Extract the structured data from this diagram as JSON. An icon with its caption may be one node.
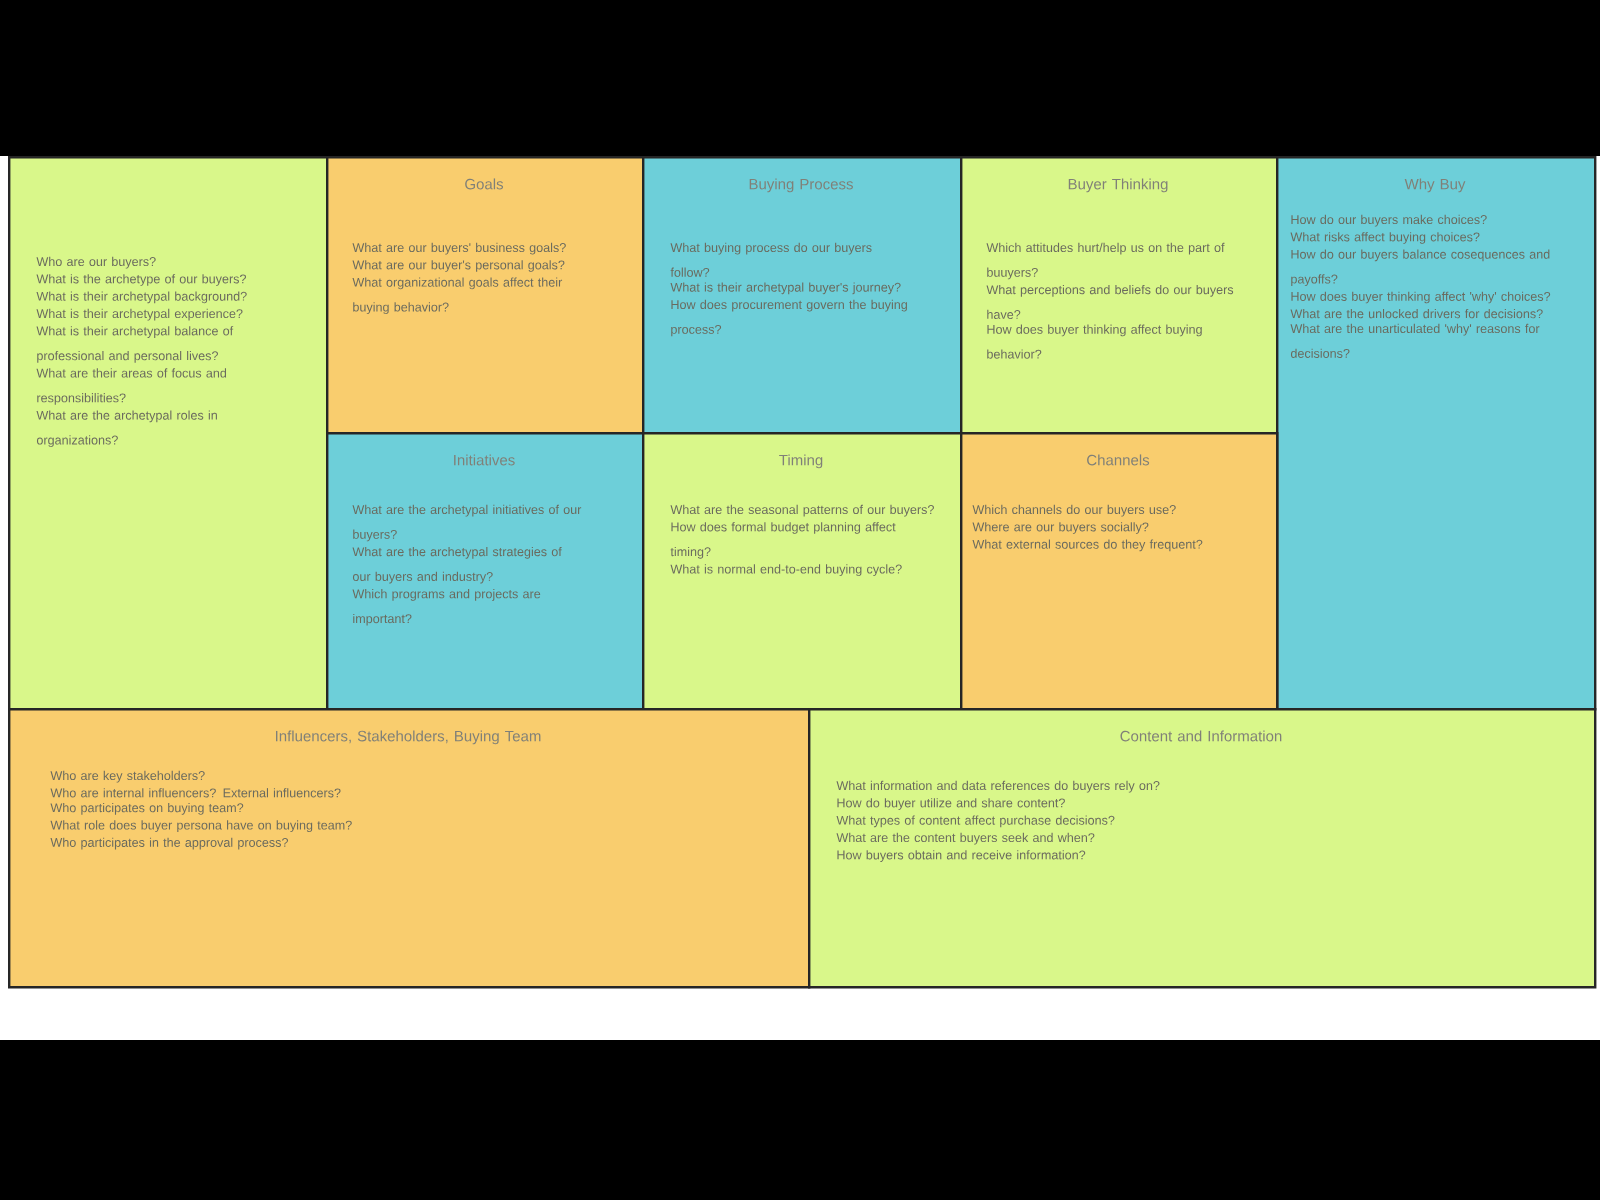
{
  "diagram": {
    "nodes": [
      {
        "text": [
          "Who are our buyers?",
          "What is the archetype of our buyers?",
          "What is their archetypal background?",
          "What is their archetypal experience?",
          "What is their archetypal balance of professional and personal lives?",
          "What are their areas of focus and responsibilities?",
          "What are the archetypal roles in organizations?"
        ]
      },
      {
        "text": [
          "Goals",
          "What are our buyers' business goals?",
          "What are our buyer's personal goals?",
          "What organizational goals affect their buying behavior?"
        ]
      },
      {
        "text": [
          "Buying Process",
          "What buying process do our buyers follow?",
          "What is their archetypal buyer's journey?",
          "How does procurement govern the buying process?"
        ]
      },
      {
        "text": [
          "Buyer Thinking",
          "Which attitudes hurt/help us on the part of buuyers?",
          "What perceptions and beliefs do our buyers have?",
          "How does buyer thinking affect buying behavior?"
        ]
      },
      {
        "text": [
          "Why Buy",
          "How do our buyers make choices?",
          "What risks affect buying choices?",
          "How do our buyers balance cosequences and payoffs?",
          "How does buyer thinking affect 'why' choices?",
          "What are the unlocked drivers for decisions?",
          "What are the unarticulated 'why' reasons for decisions?"
        ]
      },
      {
        "text": [
          "Initiatives",
          "What are the archetypal initiatives of our buyers?",
          "What are the archetypal strategies of our buyers and industry?",
          "Which programs and projects are important?"
        ]
      },
      {
        "text": [
          "Timing",
          "What are the seasonal patterns of our buyers?",
          "How does formal budget planning affect timing?",
          "What is normal end-to-end buying cycle?"
        ]
      },
      {
        "text": [
          "Channels",
          "Which channels do our buyers use?",
          "Where are our buyers socially?",
          "What external sources do they frequent?"
        ]
      },
      {
        "text": [
          "Influencers, Stakeholders, Buying Team",
          "Who are key stakeholders?",
          "Who are internal influencers? External influencers?",
          "Who participates on buying team?",
          "What role does buyer persona have on buying team?",
          "Who participates in the approval process?"
        ]
      },
      {
        "text": [
          "Content and Information",
          "What information and data references do buyers rely on?",
          "How do buyer utilize and share content?",
          "What types of content affect purchase decisions?",
          "What are the content buyers seek and when?",
          "How buyers obtain and receive information?"
        ]
      }
    ]
  }
}
